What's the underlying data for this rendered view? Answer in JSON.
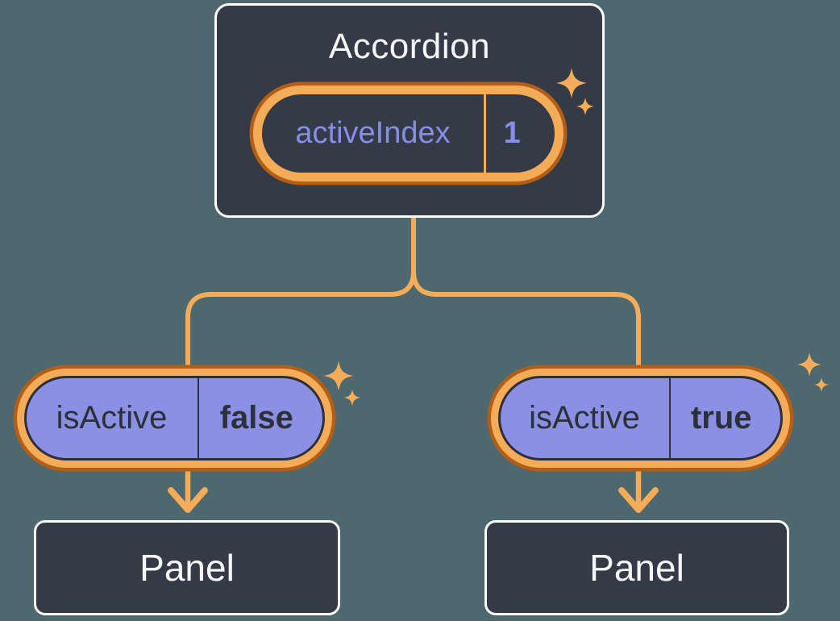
{
  "colors": {
    "bg": "#4D696F",
    "node": "#343A46",
    "node-border": "#FFFFFF",
    "title-text": "#F6F7F9",
    "orange": "#F4AC58",
    "orange-dark": "#B25E17",
    "purple": "#8B90E5",
    "purple-text": "#868EE8",
    "ink": "#2B303B"
  },
  "accordion": {
    "title": "Accordion",
    "state": {
      "label": "activeIndex",
      "value": "1"
    }
  },
  "children": [
    {
      "prop": {
        "label": "isActive",
        "value": "false"
      },
      "panel": {
        "title": "Panel"
      }
    },
    {
      "prop": {
        "label": "isActive",
        "value": "true"
      },
      "panel": {
        "title": "Panel"
      }
    }
  ],
  "icons": {
    "sparkle": "4-point-star sparkle"
  }
}
